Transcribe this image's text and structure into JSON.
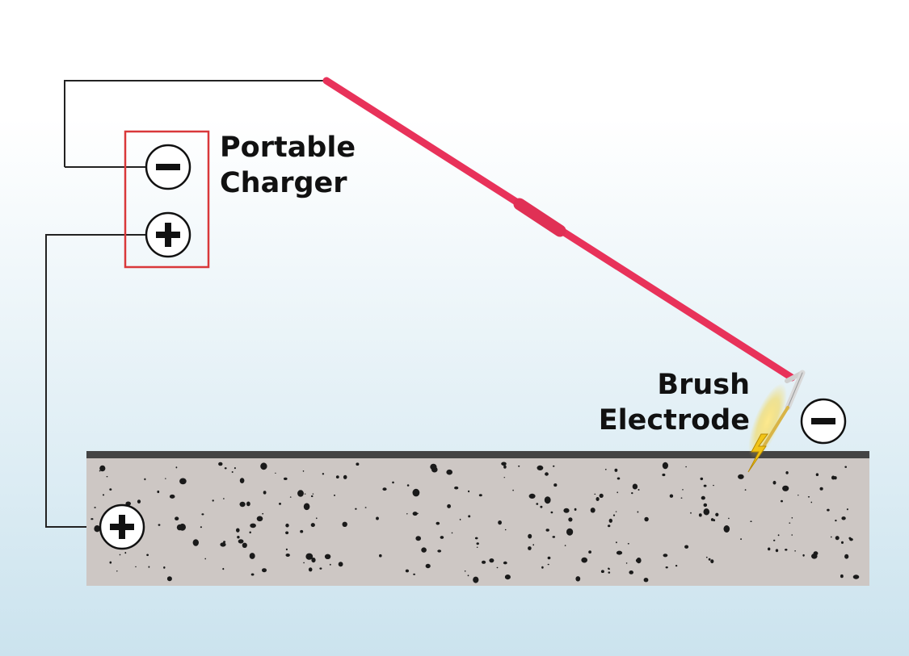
{
  "labels": {
    "charger_line1": "Portable",
    "charger_line2": "Charger",
    "electrode_line1": "Brush",
    "electrode_line2": "Electrode"
  },
  "symbols": {
    "negative": "−",
    "positive": "+"
  },
  "colors": {
    "background_top": "#ffffff",
    "background_bottom": "#cde4ee",
    "wire": "#222222",
    "lead_cable": "#e8325a",
    "charger_box": "#d9383a",
    "concrete": "#cdc7c4",
    "concrete_surface": "#444444",
    "speckle": "#1a1a1a",
    "spark": "#f2c417"
  }
}
